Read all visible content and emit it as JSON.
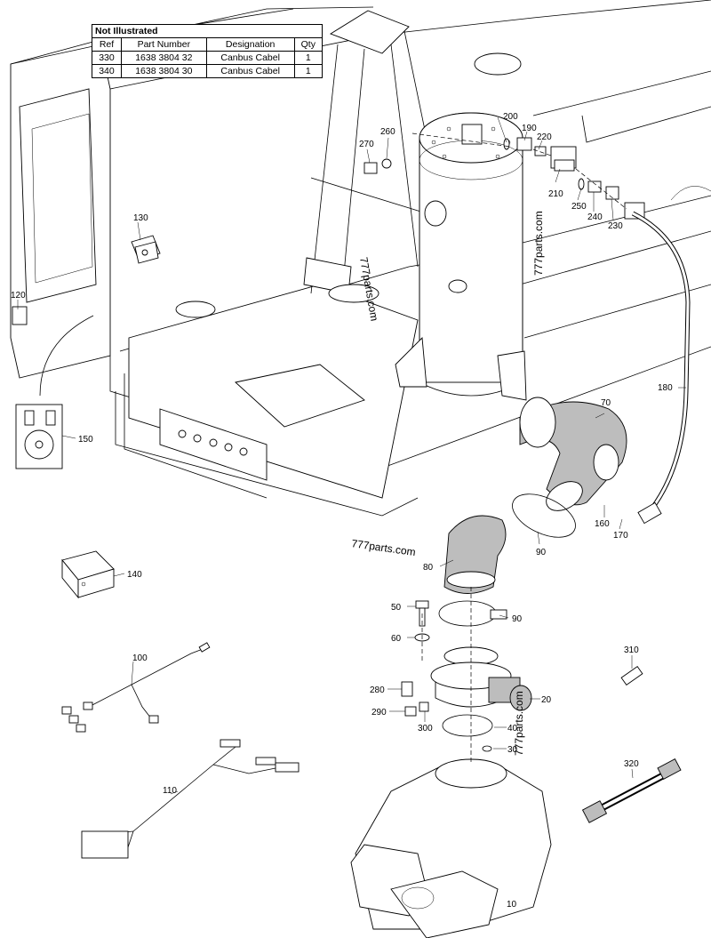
{
  "table": {
    "title": "Not Illustrated",
    "headers": [
      "Ref",
      "Part Number",
      "Designation",
      "Qty"
    ],
    "rows": [
      [
        "330",
        "1638 3804 32",
        "Canbus Cabel",
        "1"
      ],
      [
        "340",
        "1638 3804 30",
        "Canbus Cabel",
        "1"
      ]
    ]
  },
  "watermark": "777parts.com",
  "callouts": {
    "c10": "10",
    "c20": "20",
    "c30": "30",
    "c40": "40",
    "c50": "50",
    "c60": "60",
    "c70": "70",
    "c80": "80",
    "c90a": "90",
    "c90b": "90",
    "c100": "100",
    "c110": "110",
    "c120": "120",
    "c130": "130",
    "c140": "140",
    "c150": "150",
    "c160": "160",
    "c170": "170",
    "c180": "180",
    "c190": "190",
    "c200": "200",
    "c210": "210",
    "c220": "220",
    "c230": "230",
    "c240": "240",
    "c250": "250",
    "c260": "260",
    "c270": "270",
    "c280": "280",
    "c290": "290",
    "c300": "300",
    "c310": "310",
    "c320": "320"
  }
}
